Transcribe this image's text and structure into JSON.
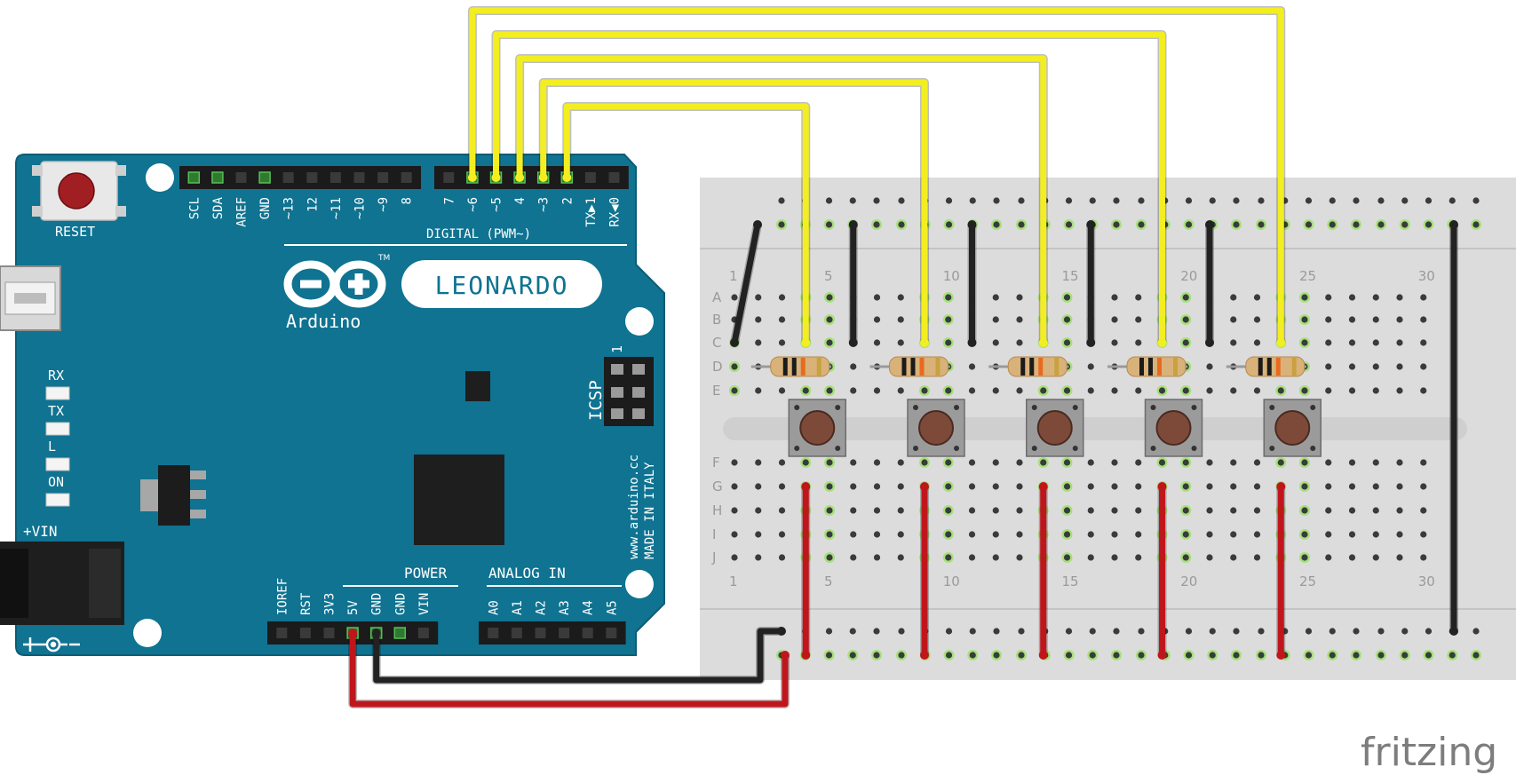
{
  "board": {
    "name": "LEONARDO",
    "brand": "Arduino",
    "trademark": "TM",
    "reset_label": "RESET",
    "digital_label": "DIGITAL (PWM~)",
    "power_label": "POWER",
    "analog_label": "ANALOG IN",
    "icsp_label": "ICSP",
    "icsp_pin1": "1",
    "vin_label": "+VIN",
    "site_line1": "www.arduino.cc",
    "site_line2": "MADE IN ITALY",
    "leds": [
      "RX",
      "TX",
      "L",
      "ON"
    ],
    "top_left_pins": [
      "SCL",
      "SDA",
      "AREF",
      "GND",
      "~13",
      "12",
      "~11",
      "~10",
      "~9",
      "8"
    ],
    "top_right_pins": [
      "7",
      "~6",
      "~5",
      "4",
      "~3",
      "2",
      "TX▶1",
      "RX◀0"
    ],
    "power_pins": [
      "IOREF",
      "RST",
      "3V3",
      "5V",
      "GND",
      "GND",
      "VIN"
    ],
    "analog_pins": [
      "A0",
      "A1",
      "A2",
      "A3",
      "A4",
      "A5"
    ],
    "color_board": "#0f7391",
    "color_board_edge": "#0b5d76"
  },
  "breadboard": {
    "rows_top": [
      "A",
      "B",
      "C",
      "D",
      "E"
    ],
    "rows_bottom": [
      "F",
      "G",
      "H",
      "I",
      "J"
    ],
    "col_numbers": [
      "1",
      "5",
      "10",
      "15",
      "20",
      "25",
      "30"
    ],
    "color_body": "#dcdcdc"
  },
  "wires": {
    "signal_color": "#f2ee21",
    "ground_color": "#222222",
    "power_color": "#c0161b"
  },
  "watermark": "fritzing"
}
